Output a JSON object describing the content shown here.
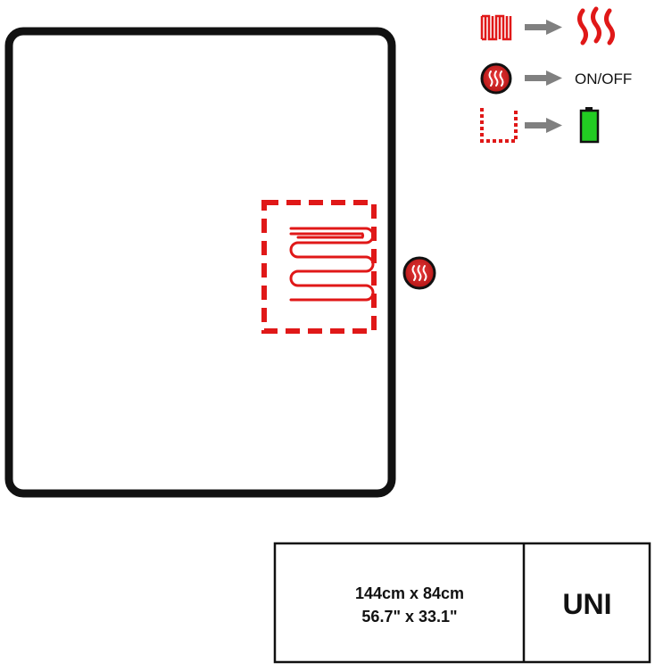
{
  "legend": {
    "items": [
      {
        "symbol": "heating-element",
        "icon": "heat-waves-icon",
        "label": ""
      },
      {
        "symbol": "heat-button",
        "icon": "",
        "label": "ON/OFF"
      },
      {
        "symbol": "battery-pocket",
        "icon": "battery-icon",
        "label": ""
      }
    ]
  },
  "size_table": {
    "dimensions_cm": "144cm x 84cm",
    "dimensions_in": "56.7\" x 33.1\"",
    "size_label": "UNI"
  },
  "colors": {
    "outline": "#111111",
    "heating_red": "#e01818",
    "button_red": "#c81e1e",
    "arrow_gray": "#808080",
    "battery_green": "#22cc22"
  }
}
